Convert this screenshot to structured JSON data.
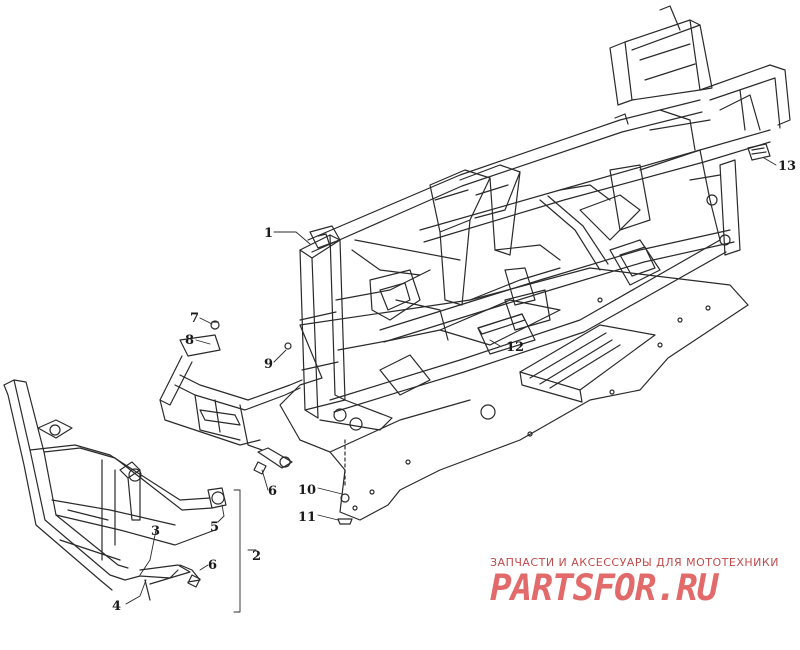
{
  "colors": {
    "line": "#2a2a2a",
    "watermark": "#e26a6a",
    "watermark_text": "#c24a4a"
  },
  "callouts": [
    "1",
    "2",
    "3",
    "4",
    "5",
    "6",
    "6",
    "7",
    "8",
    "9",
    "10",
    "11",
    "12",
    "13"
  ],
  "watermark": {
    "tagline": "ЗАПЧАСТИ И АКСЕССУАРЫ ДЛЯ МОТОТЕХНИКИ",
    "logo": "PARTSFOR.RU"
  }
}
